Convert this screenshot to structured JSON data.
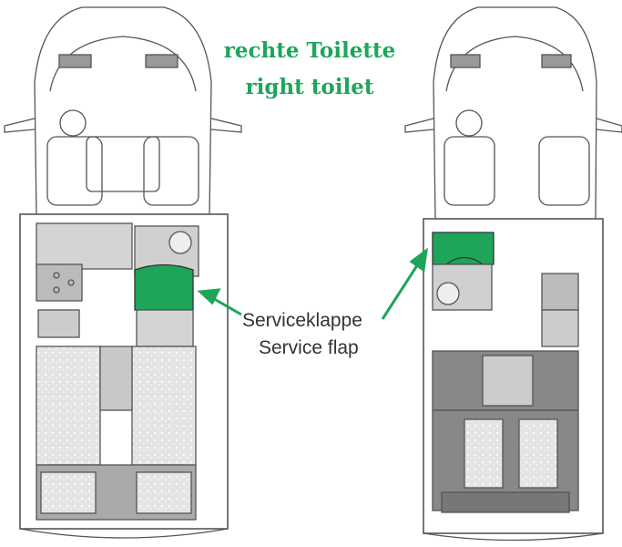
{
  "title": {
    "de": "rechte Toilette",
    "en": "right toilet"
  },
  "label": {
    "de": "Serviceklappe",
    "en": "Service flap"
  },
  "colors": {
    "highlight": "#1fa55a",
    "text": "#333333",
    "furniture": "#c8c8c8",
    "bed": "#e6e6e6",
    "outline": "#555555"
  }
}
